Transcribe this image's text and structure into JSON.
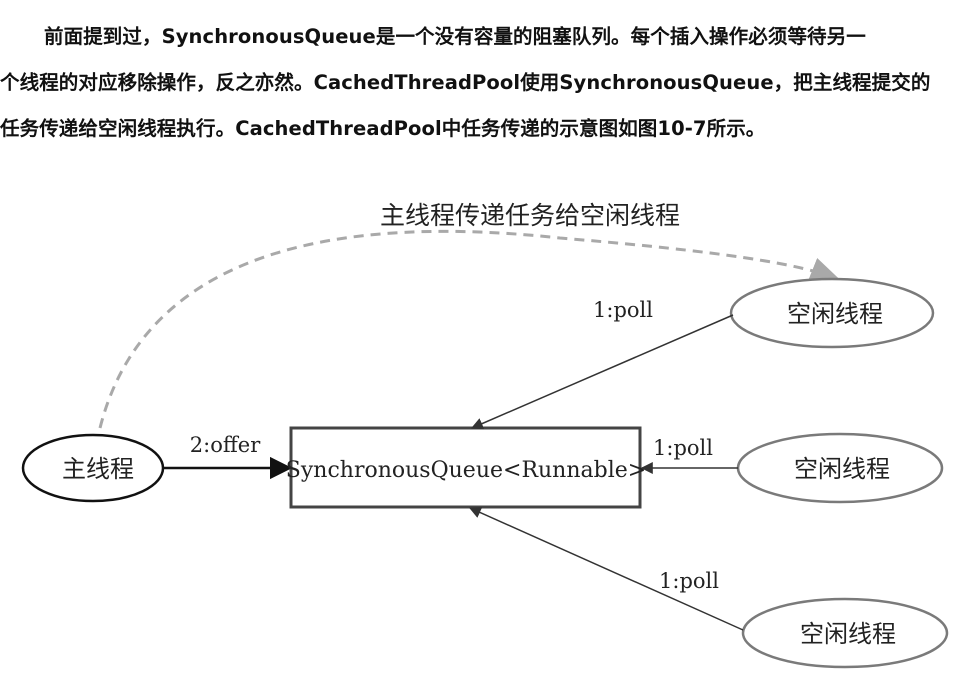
{
  "paragraph": {
    "lines": [
      "前面提到过，SynchronousQueue是一个没有容量的阻塞队列。每个插入操作必须等待另一",
      "个线程的对应移除操作，反之亦然。CachedThreadPool使用SynchronousQueue，把主线程提交的",
      "任务传递给空闲线程执行。CachedThreadPool中任务传递的示意图如图10-7所示。"
    ]
  },
  "diagram": {
    "top_label": "主线程传递任务给空闲线程",
    "main_thread": "主线程",
    "queue": "SynchronousQueue<Runnable>",
    "offer_label": "2:offer",
    "idle_threads": [
      {
        "label": "空闲线程",
        "poll_label": "1:poll"
      },
      {
        "label": "空闲线程",
        "poll_label": "1:poll"
      },
      {
        "label": "空闲线程",
        "poll_label": "1:poll"
      }
    ],
    "colors": {
      "main_border": "#111111",
      "idle_border": "#7a7a7a",
      "dashed_arrow": "#a9a9a9",
      "arrow": "#333333"
    }
  }
}
